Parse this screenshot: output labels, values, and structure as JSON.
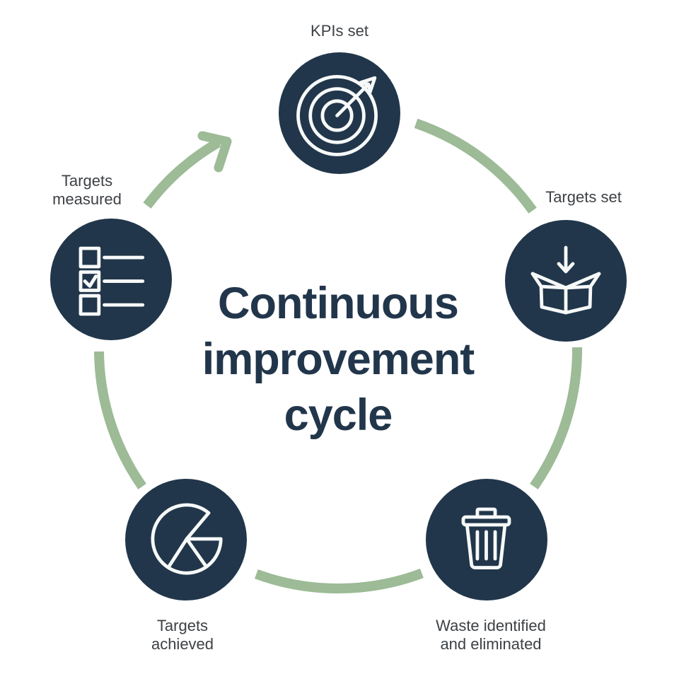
{
  "diagram": {
    "title": "Continuous improvement cycle",
    "title_lines": "Continuous\nimprovement\ncycle",
    "flow_direction": "clockwise"
  },
  "nodes": [
    {
      "id": "kpis-set",
      "label": "KPIs set",
      "icon": "target-icon"
    },
    {
      "id": "targets-set",
      "label": "Targets set",
      "icon": "box-receive-icon"
    },
    {
      "id": "waste-identified-eliminated",
      "label": "Waste identified\nand eliminated",
      "icon": "trash-icon"
    },
    {
      "id": "targets-achieved",
      "label": "Targets\nachieved",
      "icon": "pie-chart-icon"
    },
    {
      "id": "targets-measured",
      "label": "Targets\nmeasured",
      "icon": "checklist-icon"
    }
  ],
  "colors": {
    "background": "#ffffff",
    "node_fill": "#21364a",
    "arc": "#9cbb96",
    "icon_stroke": "#f7f9f9",
    "title_text": "#22364b",
    "label_text": "#3d4145"
  }
}
